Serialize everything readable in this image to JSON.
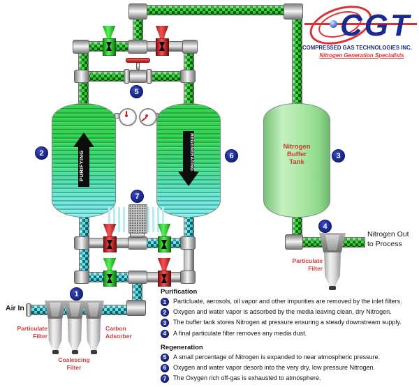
{
  "logo": {
    "acronym": "CGT",
    "company_name": "COMPRESSED GAS TECHNOLOGIES INC.",
    "tagline": "Nitrogen Generation Specialists"
  },
  "labels": {
    "air_in": "Air In",
    "inlet_particulate": [
      "Particulate",
      "Filter"
    ],
    "coalescing": [
      "Coalescing",
      "Filter"
    ],
    "carbon": [
      "Carbon",
      "Adsorber"
    ],
    "outlet_particulate": [
      "Particulate",
      "Filter"
    ],
    "nitrogen_out": [
      "Nitrogen Out",
      "to Process"
    ],
    "buffer_tank": [
      "Nitrogen",
      "Buffer",
      "Tank"
    ],
    "purifying": "PURIFYING",
    "regenerating": "REGENERATING"
  },
  "badges": {
    "1": "1",
    "2": "2",
    "3": "3",
    "4": "4",
    "5": "5",
    "6": "6",
    "7": "7"
  },
  "notes": {
    "purification_title": "Purification",
    "purification_items": [
      {
        "num": "1",
        "text": "Particluate, aerosols, oil vapor and other impurities are removed by the inlet filters."
      },
      {
        "num": "2",
        "text": "Oxygen and water vapor is adsorbed by the media leaving clean, dry Nitrogen."
      },
      {
        "num": "3",
        "text": "The buffer tank stores Nitrogen at pressure ensuring a steady downstream supply."
      },
      {
        "num": "4",
        "text": "A final particulate filter removes any media dust."
      }
    ],
    "regeneration_title": "Regeneration",
    "regeneration_items": [
      {
        "num": "5",
        "text": "A small percentage of Nitrogen is expanded to near atmospheric pressure."
      },
      {
        "num": "6",
        "text": "Oxygen and water vapor desorb into the very dry, low pressure Nitrogen."
      },
      {
        "num": "7",
        "text": "The Oxygen rich off-gas is exhausted to atmosphere."
      }
    ]
  },
  "colors": {
    "nitrogen_pipe_green": "#35df35",
    "wet_air_pipe_cyan": "#62e3ec",
    "closed_pipe_gray": "#c9c9c9",
    "open_valve_green": "#2ecc2e",
    "closed_valve_red": "#e03030",
    "badge_navy": "#1b2a8e",
    "label_red": "#d23c3c",
    "buffer_tank_green": "#a5e6a0",
    "logo_navy": "#1b2a8e",
    "logo_red": "#d93232"
  }
}
